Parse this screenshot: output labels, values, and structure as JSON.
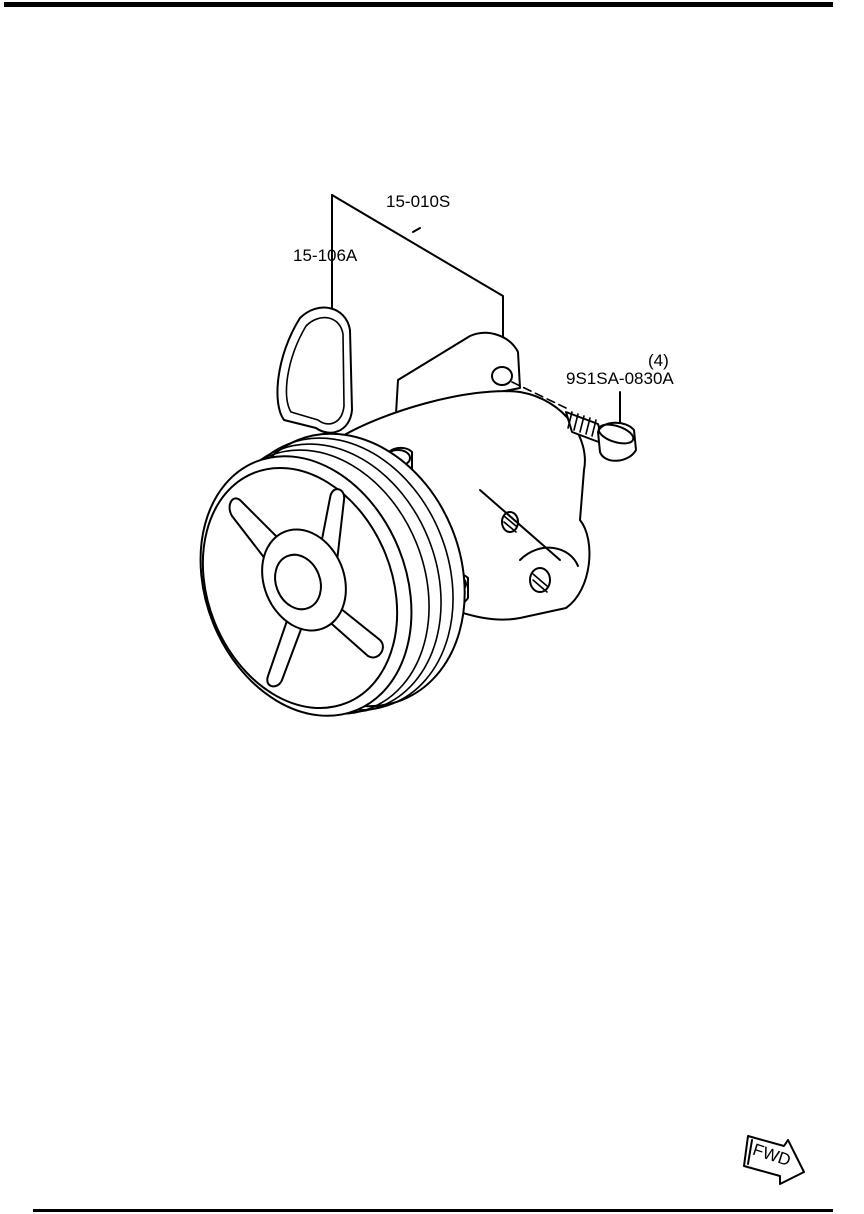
{
  "labels": {
    "assembly": "15-010S",
    "gasket": "15-106A",
    "bolt": "9S1SA-0830A",
    "bolt_qty": "(4)",
    "fwd": "FWD"
  }
}
